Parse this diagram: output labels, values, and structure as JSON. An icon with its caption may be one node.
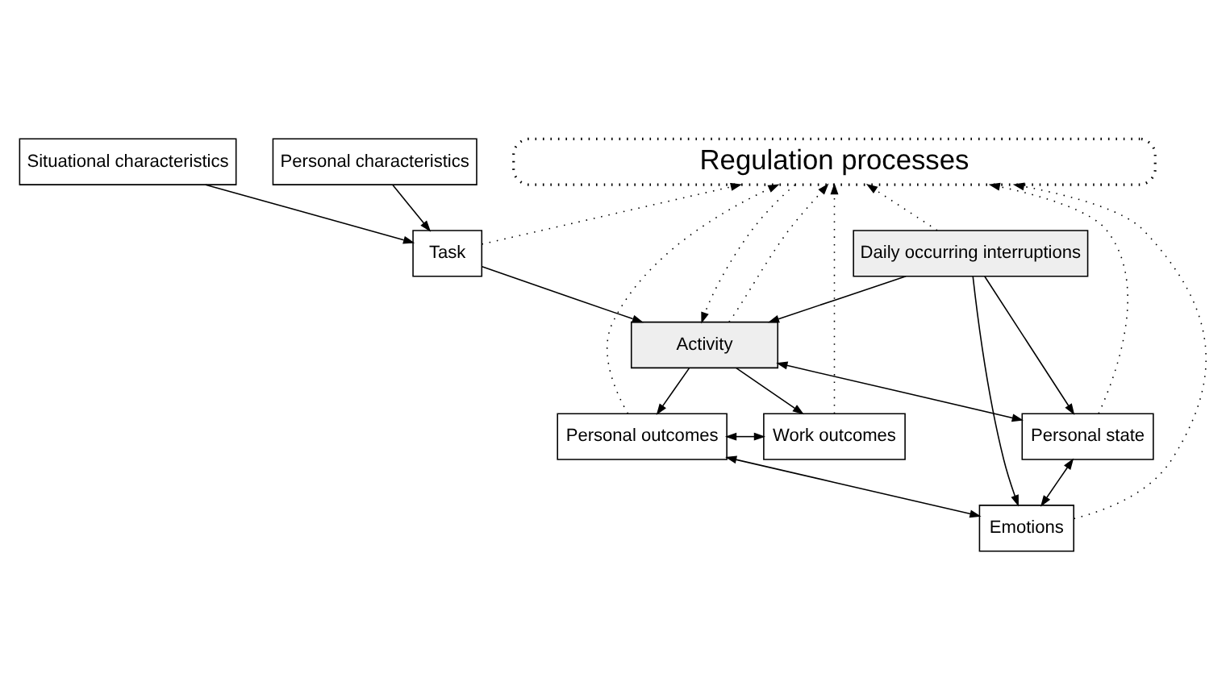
{
  "diagram": {
    "nodes": [
      {
        "text": [
          "Regulation processes"
        ]
      },
      {
        "text": [
          "Situational characteristics"
        ]
      },
      {
        "text": [
          "Personal characteristics"
        ]
      },
      {
        "text": [
          "Task"
        ]
      },
      {
        "text": [
          "Daily occurring interruptions"
        ]
      },
      {
        "text": [
          "Activity"
        ]
      },
      {
        "text": [
          "Work outcomes"
        ]
      },
      {
        "text": [
          "Personal outcomes"
        ]
      },
      {
        "text": [
          "Personal state"
        ]
      },
      {
        "text": [
          "Emotions"
        ]
      }
    ],
    "edges": [
      {
        "from": 1,
        "to": 3,
        "arrow": "to"
      },
      {
        "from": 2,
        "to": 3,
        "arrow": "to"
      },
      {
        "from": 3,
        "to": 5,
        "arrow": "to"
      },
      {
        "from": 4,
        "to": 5,
        "arrow": "to"
      },
      {
        "from": 5,
        "to": 6,
        "arrow": "to"
      },
      {
        "from": 5,
        "to": 7,
        "arrow": "to"
      },
      {
        "from": 5,
        "to": 8,
        "arrow": "both"
      },
      {
        "from": 4,
        "to": 8,
        "arrow": "to"
      },
      {
        "from": 4,
        "to": 9,
        "arrow": "to"
      },
      {
        "from": 8,
        "to": 9,
        "arrow": "both"
      },
      {
        "from": 7,
        "to": 9,
        "arrow": "both"
      },
      {
        "from": 6,
        "to": 7,
        "arrow": "both"
      },
      {
        "from": 3,
        "to": 0,
        "arrow": "to",
        "style": "dashed"
      },
      {
        "from": 4,
        "to": 0,
        "arrow": "to",
        "style": "dashed"
      },
      {
        "from": 9,
        "to": 0,
        "arrow": "to",
        "style": "dashed"
      },
      {
        "from": 8,
        "to": 0,
        "arrow": "to",
        "style": "dashed"
      },
      {
        "from": 0,
        "to": 5,
        "arrow": "to",
        "style": "dashed"
      },
      {
        "from": 5,
        "to": 0,
        "arrow": "to",
        "style": "dashed"
      },
      {
        "from": 7,
        "to": 0,
        "arrow": "to",
        "style": "dashed"
      },
      {
        "from": 6,
        "to": 0,
        "arrow": "to",
        "style": "dashed"
      }
    ]
  }
}
